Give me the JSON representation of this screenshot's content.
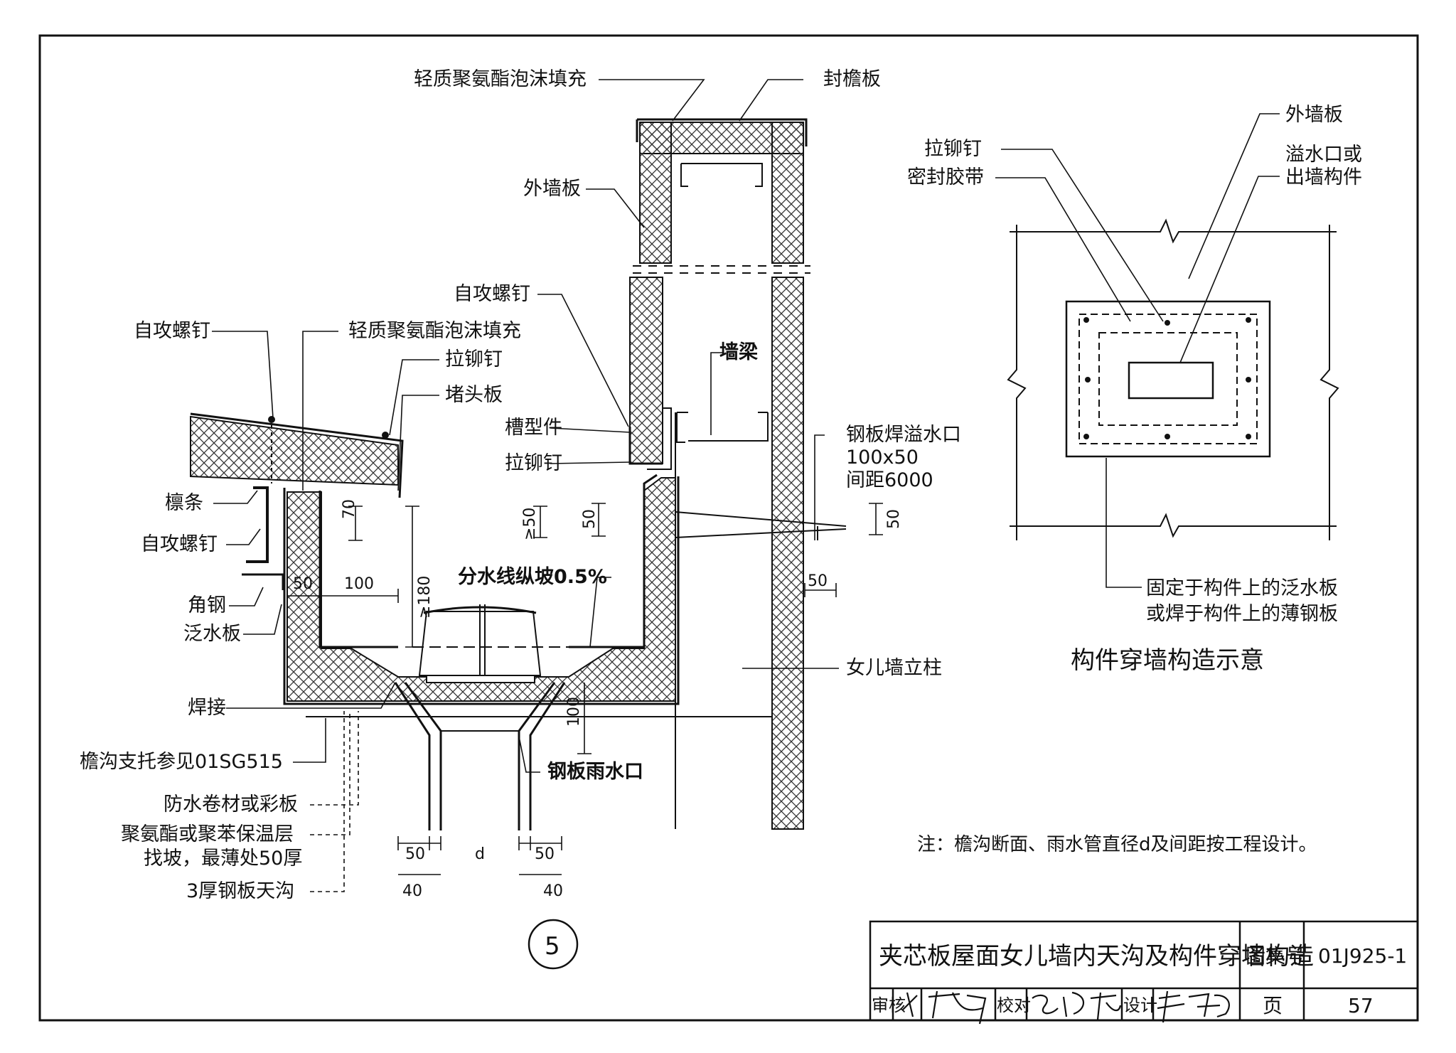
{
  "drawing": {
    "section_number": "5",
    "main_detail_labels": {
      "foam_fill_top": "轻质聚氨酯泡沫填充",
      "eave_board": "封檐板",
      "outer_wall_panel": "外墙板",
      "self_tapping_screw_right": "自攻螺钉",
      "wall_beam": "墙梁",
      "channel_piece": "槽型件",
      "rivet_right": "拉铆钉",
      "overflow_title": "钢板焊溢水口",
      "overflow_size": "100x50",
      "overflow_spacing": "间距6000",
      "self_tapping_screw_left": "自攻螺钉",
      "foam_fill_left": "轻质聚氨酯泡沫填充",
      "rivet_left": "拉铆钉",
      "end_plate": "堵头板",
      "purlin": "檩条",
      "self_tapping_screw_purlin": "自攻螺钉",
      "angle_steel": "角钢",
      "flashing": "泛水板",
      "watershed_slope": "分水线纵坡0.5%",
      "parapet_column": "女儿墙立柱",
      "welding": "焊接",
      "gutter_support": "檐沟支托参见01SG515",
      "steel_drain_outlet": "钢板雨水口",
      "waterproof_membrane": "防水卷材或彩板",
      "insulation_line1": "聚氨酯或聚苯保温层",
      "insulation_line2": "找坡，最薄处50厚",
      "steel_gutter": "3厚钢板天沟"
    },
    "dimensions": {
      "d70": "70",
      "d100": "100",
      "d50_left": "50",
      "d180": "≥180",
      "d50_ge": "≥50",
      "d50_mid": "50",
      "d50_right": "50",
      "d50_wall": "50",
      "d100_drain": "100",
      "d50_bottom_left": "50",
      "d_pipe": "d",
      "d50_bottom_right": "50",
      "d40_left": "40",
      "d40_right": "40"
    },
    "penetration_detail": {
      "outer_wall_panel": "外墙板",
      "rivet": "拉铆钉",
      "sealant_tape": "密封胶带",
      "overflow_line1": "溢水口或",
      "overflow_line2": "出墙构件",
      "flashing_line1": "固定于构件上的泛水板",
      "flashing_line2": "或焊于构件上的薄钢板",
      "caption": "构件穿墙构造示意"
    },
    "note": "注：檐沟断面、雨水管直径d及间距按工程设计。"
  },
  "title_block": {
    "title": "夹芯板屋面女儿墙内天沟及构件穿墙构造",
    "atlas_label": "图集号",
    "atlas_number": "01J925-1",
    "review_label": "审核",
    "check_label": "校对",
    "design_label": "设计",
    "page_label": "页",
    "page_number": "57"
  }
}
